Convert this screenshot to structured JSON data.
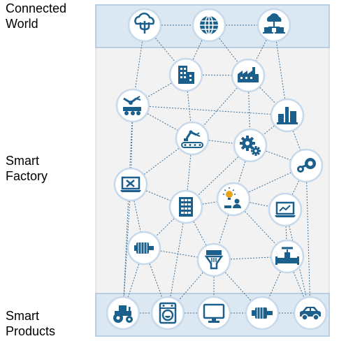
{
  "labels": {
    "connected_world": "Connected\nWorld",
    "smart_factory": "Smart\nFactory",
    "smart_products": "Smart\nProducts"
  },
  "colors": {
    "band_fill": "#dbe7f1",
    "band_stroke": "#a9c4dc",
    "factory_fill": "#f2f2f2",
    "node_fill": "#ffffff",
    "node_ring": "#c7d9ea",
    "icon": "#1b5f8c",
    "line": "#3a6f99"
  },
  "nodes": [
    {
      "id": "cloud-tree",
      "icon": "cloud-tree-icon"
    },
    {
      "id": "globe",
      "icon": "globe-icon"
    },
    {
      "id": "cloud-network",
      "icon": "cloud-network-icon"
    },
    {
      "id": "office-building",
      "icon": "office-building-icon"
    },
    {
      "id": "factory",
      "icon": "factory-icon"
    },
    {
      "id": "robot-cart",
      "icon": "robot-cart-icon"
    },
    {
      "id": "refinery",
      "icon": "refinery-icon"
    },
    {
      "id": "conveyor-robot",
      "icon": "conveyor-robot-icon"
    },
    {
      "id": "gears",
      "icon": "gears-icon"
    },
    {
      "id": "steam",
      "icon": "steam-icon"
    },
    {
      "id": "laptop-tools",
      "icon": "laptop-tools-icon"
    },
    {
      "id": "building-grid",
      "icon": "building-grid-icon"
    },
    {
      "id": "idea-worker",
      "icon": "idea-worker-icon"
    },
    {
      "id": "laptop-chart",
      "icon": "laptop-chart-icon"
    },
    {
      "id": "motor",
      "icon": "motor-icon"
    },
    {
      "id": "filter-funnel",
      "icon": "filter-funnel-icon"
    },
    {
      "id": "valve",
      "icon": "valve-icon"
    },
    {
      "id": "tractor",
      "icon": "tractor-icon"
    },
    {
      "id": "washing-machine",
      "icon": "washing-machine-icon"
    },
    {
      "id": "monitor",
      "icon": "monitor-icon"
    },
    {
      "id": "pump-motor",
      "icon": "pump-motor-icon"
    },
    {
      "id": "car",
      "icon": "car-icon"
    }
  ],
  "edges": [
    [
      "cloud-tree",
      "globe"
    ],
    [
      "globe",
      "cloud-network"
    ],
    [
      "cloud-tree",
      "office-building"
    ],
    [
      "globe",
      "office-building"
    ],
    [
      "globe",
      "factory"
    ],
    [
      "cloud-network",
      "factory"
    ],
    [
      "cloud-network",
      "refinery"
    ],
    [
      "cloud-tree",
      "robot-cart"
    ],
    [
      "office-building",
      "factory"
    ],
    [
      "office-building",
      "robot-cart"
    ],
    [
      "office-building",
      "conveyor-robot"
    ],
    [
      "factory",
      "refinery"
    ],
    [
      "factory",
      "conveyor-robot"
    ],
    [
      "factory",
      "gears"
    ],
    [
      "robot-cart",
      "refinery"
    ],
    [
      "robot-cart",
      "conveyor-robot"
    ],
    [
      "robot-cart",
      "laptop-tools"
    ],
    [
      "refinery",
      "gears"
    ],
    [
      "refinery",
      "steam"
    ],
    [
      "conveyor-robot",
      "gears"
    ],
    [
      "conveyor-robot",
      "laptop-tools"
    ],
    [
      "conveyor-robot",
      "building-grid"
    ],
    [
      "gears",
      "steam"
    ],
    [
      "gears",
      "idea-worker"
    ],
    [
      "gears",
      "building-grid"
    ],
    [
      "steam",
      "laptop-chart"
    ],
    [
      "steam",
      "idea-worker"
    ],
    [
      "laptop-tools",
      "building-grid"
    ],
    [
      "laptop-tools",
      "motor"
    ],
    [
      "laptop-tools",
      "tractor"
    ],
    [
      "building-grid",
      "idea-worker"
    ],
    [
      "building-grid",
      "motor"
    ],
    [
      "building-grid",
      "filter-funnel"
    ],
    [
      "idea-worker",
      "laptop-chart"
    ],
    [
      "idea-worker",
      "filter-funnel"
    ],
    [
      "idea-worker",
      "valve"
    ],
    [
      "laptop-chart",
      "valve"
    ],
    [
      "laptop-chart",
      "car"
    ],
    [
      "motor",
      "filter-funnel"
    ],
    [
      "motor",
      "tractor"
    ],
    [
      "motor",
      "washing-machine"
    ],
    [
      "filter-funnel",
      "valve"
    ],
    [
      "filter-funnel",
      "washing-machine"
    ],
    [
      "filter-funnel",
      "monitor"
    ],
    [
      "filter-funnel",
      "pump-motor"
    ],
    [
      "valve",
      "pump-motor"
    ],
    [
      "valve",
      "car"
    ],
    [
      "tractor",
      "washing-machine"
    ],
    [
      "washing-machine",
      "monitor"
    ],
    [
      "monitor",
      "pump-motor"
    ],
    [
      "pump-motor",
      "car"
    ],
    [
      "robot-cart",
      "tractor"
    ],
    [
      "steam",
      "car"
    ],
    [
      "building-grid",
      "washing-machine"
    ]
  ]
}
